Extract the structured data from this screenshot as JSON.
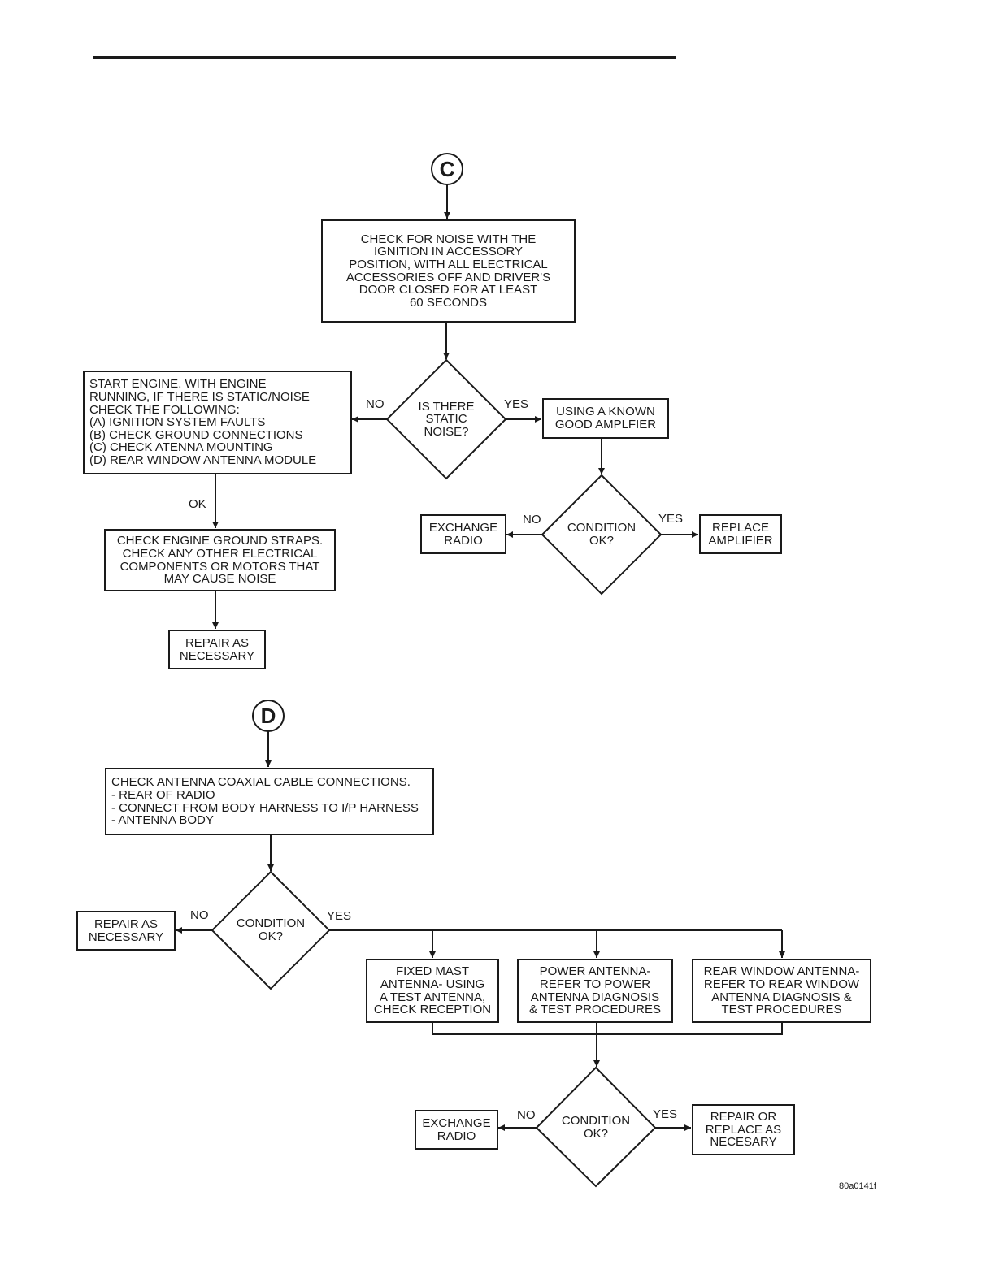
{
  "connectors": {
    "c": "C",
    "d": "D"
  },
  "part_c": {
    "check_noise": "CHECK FOR NOISE WITH THE\nIGNITION IN ACCESSORY\nPOSITION, WITH ALL ELECTRICAL\nACCESSORIES OFF AND DRIVER'S\nDOOR CLOSED FOR AT LEAST\n60 SECONDS",
    "is_static": "IS THERE\nSTATIC\nNOISE?",
    "start_engine": "START ENGINE.  WITH ENGINE\nRUNNING, IF THERE IS STATIC/NOISE\nCHECK THE FOLLOWING:\n(A) IGNITION SYSTEM FAULTS\n(B) CHECK GROUND CONNECTIONS\n(C) CHECK ATENNA MOUNTING\n(D) REAR WINDOW ANTENNA MODULE",
    "known_amp": "USING A KNOWN\nGOOD AMPLFIER",
    "condition": "CONDITION\nOK?",
    "exchange_radio": "EXCHANGE\nRADIO",
    "replace_amp": "REPLACE\nAMPLIFIER",
    "ground_straps": "CHECK ENGINE GROUND STRAPS.\nCHECK ANY OTHER ELECTRICAL\nCOMPONENTS OR MOTORS THAT\nMAY CAUSE NOISE",
    "repair": "REPAIR AS\nNECESSARY",
    "labels": {
      "no1": "NO",
      "yes1": "YES",
      "ok": "OK",
      "no2": "NO",
      "yes2": "YES"
    }
  },
  "part_d": {
    "coax": "CHECK ANTENNA COAXIAL CABLE CONNECTIONS.\n- REAR OF RADIO\n- CONNECT FROM BODY HARNESS TO I/P HARNESS\n- ANTENNA BODY",
    "condition1": "CONDITION\nOK?",
    "repair": "REPAIR AS\nNECESSARY",
    "fixed_mast": "FIXED MAST\nANTENNA- USING\nA TEST ANTENNA,\nCHECK RECEPTION",
    "power_antenna": "POWER ANTENNA-\nREFER TO POWER\nANTENNA DIAGNOSIS\n& TEST PROCEDURES",
    "rear_window": "REAR WINDOW ANTENNA-\nREFER TO REAR WINDOW\nANTENNA DIAGNOSIS &\nTEST PROCEDURES",
    "condition2": "CONDITION\nOK?",
    "exchange_radio": "EXCHANGE\nRADIO",
    "repair_replace": "REPAIR OR\nREPLACE AS\nNECESARY",
    "labels": {
      "no1": "NO",
      "yes1": "YES",
      "no2": "NO",
      "yes2": "YES"
    }
  },
  "figure_id": "80a0141f"
}
